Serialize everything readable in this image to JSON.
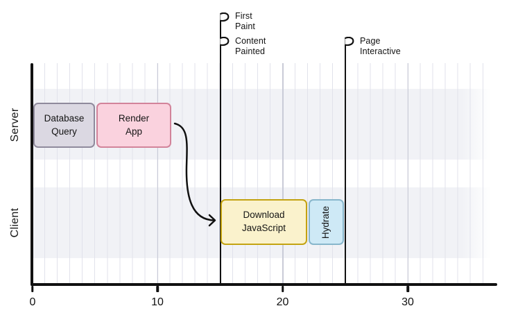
{
  "chart_data": {
    "type": "gantt",
    "title": "",
    "x_axis": {
      "ticks": [
        "0",
        "10",
        "20",
        "30"
      ],
      "tick_values": [
        0,
        10,
        20,
        30
      ],
      "range": [
        0,
        37
      ],
      "minor_grid_step": 1,
      "major_grid_step": 10
    },
    "lanes": [
      {
        "label": "Server"
      },
      {
        "label": "Client"
      }
    ],
    "tasks": [
      {
        "lane": "Server",
        "label": "Database Query",
        "start": 0,
        "end": 5,
        "fill": "#dbd8e2",
        "border": "#8f8a9c"
      },
      {
        "lane": "Server",
        "label": "Render App",
        "start": 5,
        "end": 11,
        "fill": "#fad2de",
        "border": "#d2839a"
      },
      {
        "lane": "Client",
        "label": "Download JavaScript",
        "start": 15,
        "end": 22,
        "fill": "#faf2cc",
        "border": "#c3a311"
      },
      {
        "lane": "Client",
        "label": "Hydrate",
        "start": 22,
        "end": 25,
        "fill": "#cee9f6",
        "border": "#87b6cb"
      }
    ],
    "milestones": [
      {
        "label": "First Paint",
        "time": 15
      },
      {
        "label": "Content Painted",
        "time": 15
      },
      {
        "label": "Page Interactive",
        "time": 25
      }
    ],
    "annotations": [
      {
        "type": "arrow",
        "from_task": "Render App",
        "to_task": "Download JavaScript"
      }
    ],
    "legend": null,
    "grid": {
      "vertical": true,
      "horizontal": false,
      "lane_bands": true
    }
  },
  "colors": {
    "axis": "#111111",
    "grid_minor": "#e1e2eb",
    "grid_major": "#c9cbd7",
    "lane_band": "#f1f2f6",
    "text": "#1b1b1b"
  }
}
